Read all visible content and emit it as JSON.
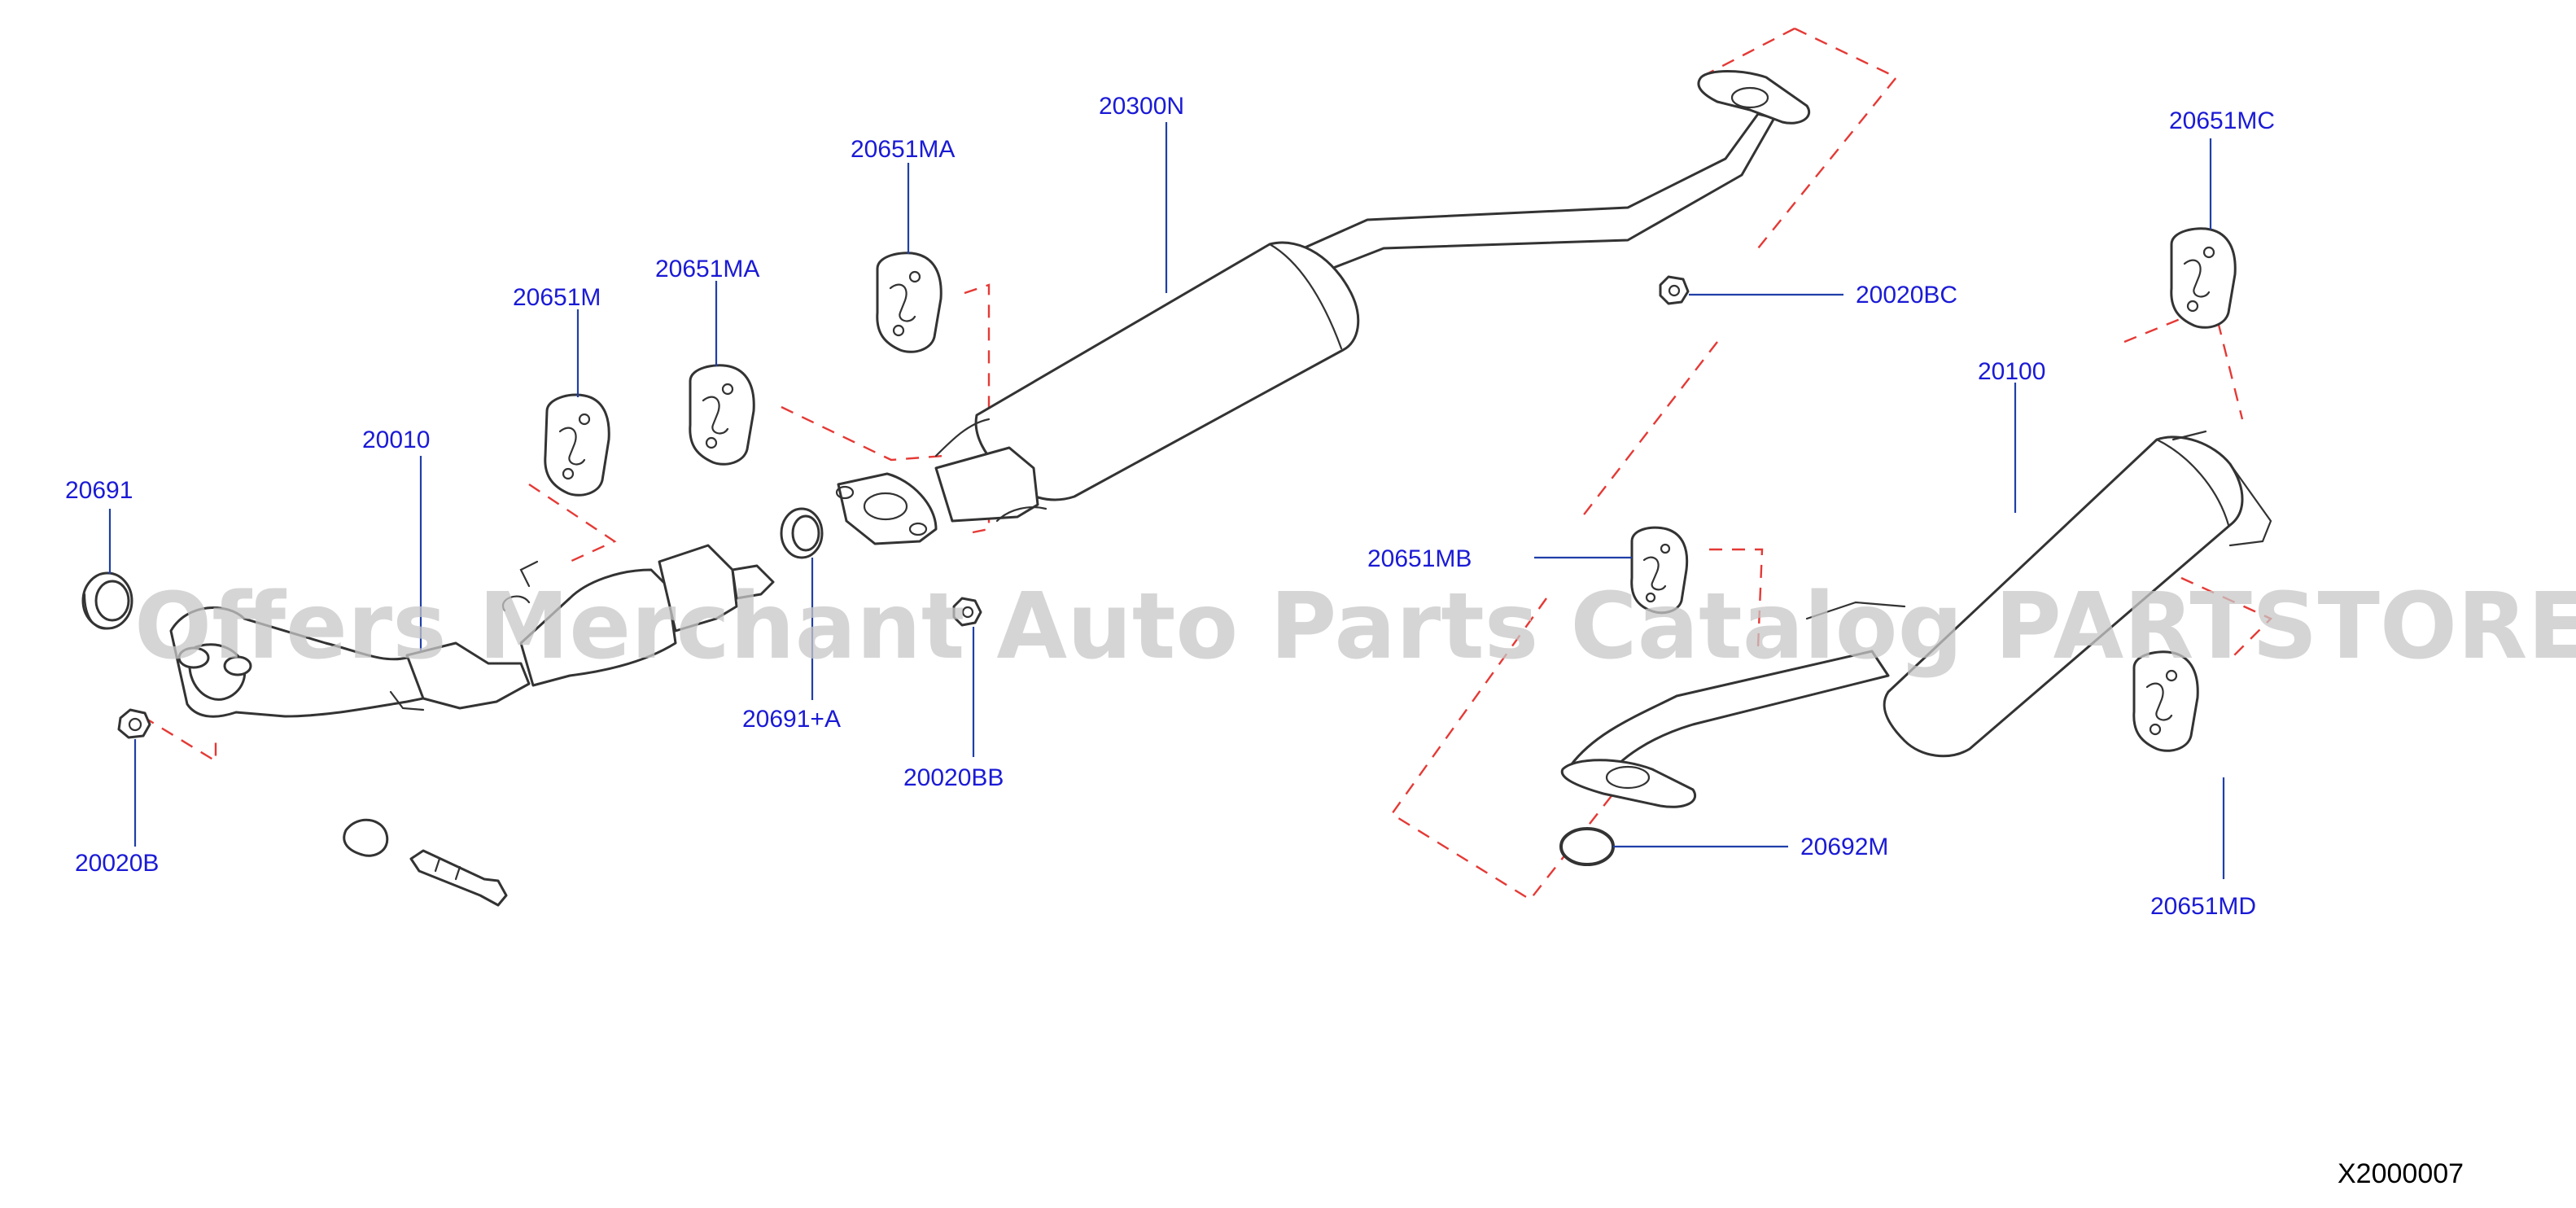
{
  "labels": {
    "p20300N": "20300N",
    "p20651MA_a": "20651MA",
    "p20651MA_b": "20651MA",
    "p20651M": "20651M",
    "p20010": "20010",
    "p20691": "20691",
    "p20020B": "20020B",
    "p20691A": "20691+A",
    "p20020BB": "20020BB",
    "p20020BC": "20020BC",
    "p20651MC": "20651MC",
    "p20100": "20100",
    "p20651MB": "20651MB",
    "p20692M": "20692M",
    "p20651MD": "20651MD"
  },
  "watermark": "Offers Merchant Auto Parts Catalog PARTSTORE.SA",
  "diagram_code": "X2000007",
  "colors": {
    "label": "#1a1ad6",
    "leader": "#1f3fa8",
    "dashed_guides": "#e53935",
    "part_stroke": "#333333",
    "watermark": "#c8c8c8"
  }
}
